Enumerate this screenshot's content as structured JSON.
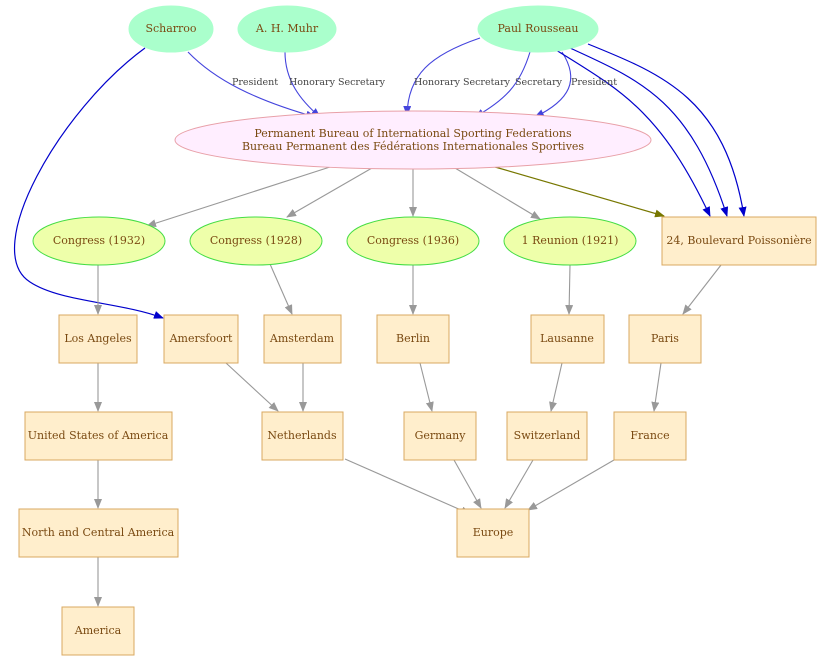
{
  "nodes": {
    "scharroo": "Scharroo",
    "muhr": "A. H. Muhr",
    "rousseau": "Paul Rousseau",
    "bureau_line1": "Permanent Bureau of International Sporting Federations",
    "bureau_line2": "Bureau Permanent des Fédérations Internationales Sportives",
    "congress1932": "Congress (1932)",
    "congress1928": "Congress (1928)",
    "congress1936": "Congress (1936)",
    "reunion1921": "1 Reunion (1921)",
    "boulevard": "24, Boulevard Poissonière",
    "los_angeles": "Los Angeles",
    "amersfoort": "Amersfoort",
    "amsterdam": "Amsterdam",
    "berlin": "Berlin",
    "lausanne": "Lausanne",
    "paris": "Paris",
    "usa": "United States of America",
    "netherlands": "Netherlands",
    "germany": "Germany",
    "switzerland": "Switzerland",
    "france": "France",
    "north_central_america": "North and Central America",
    "europe": "Europe",
    "america": "America"
  },
  "edge_labels": {
    "scharroo_president": "President",
    "muhr_honorary_secretary": "Honorary Secretary",
    "rousseau_honorary_secretary": "Honorary Secretary",
    "rousseau_secretary": "Secretary",
    "rousseau_president": "President"
  },
  "colors": {
    "person_fill": "#aaffcc",
    "bureau_fill": "#ffeeff",
    "congress_fill": "#eeffaa",
    "place_fill": "#ffeecc",
    "role_edge": "#4444dd",
    "location_edge": "#0000cc",
    "address_edge": "#777700"
  }
}
